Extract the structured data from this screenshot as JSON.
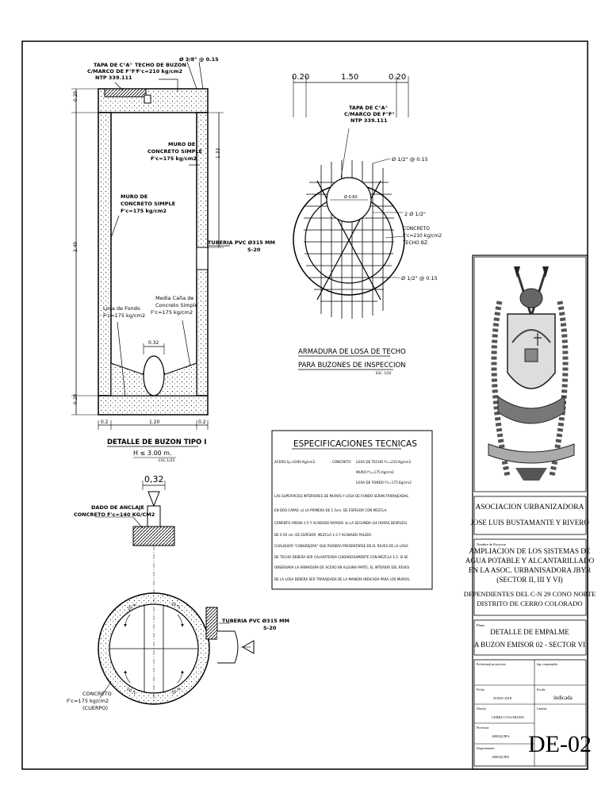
{
  "sheet": {
    "title_block": {
      "organization": [
        "ASOCIACION URBANIZADORA",
        "JOSE LUIS BUSTAMANTE Y RIVERO"
      ],
      "project_label": "Nombre de Proyecto",
      "project_lines": [
        "AMPLIACION DE LOS SISTEMAS DE",
        "AGUA POTABLE Y ALCANTARILLADO",
        "EN LA ASOC. URBANISADORA JBYR",
        "(SECTOR II, III Y VI)",
        "DEPENDIENTES DEL C-N 29 CONO NORTE",
        "DISTRITO DE CERRO COLORADO"
      ],
      "plano_label": "Plano",
      "plano_lines": [
        "DETALLE DE EMPALME",
        "A BUZON EMISOR 02 - SECTOR VI"
      ],
      "profesional_label": "Profesional proyectista",
      "ing_label": "Ing. responsable",
      "fecha_label": "Fecha",
      "fecha_value": "JUNIO 2018",
      "escala_label": "Escala",
      "escala_value": "indicada",
      "distrito_label": "Distrito",
      "distrito_value": "CERRO COLORADO",
      "lamina_label": "Lamina",
      "provincia_label": "Provincia",
      "provincia_value": "AREQUIPA",
      "departamento_label": "Departamento",
      "departamento_value": "AREQUIPA",
      "sheet_number": "DE-02"
    },
    "section": {
      "tapa": [
        "TAPA DE C°A°",
        "C/MARCO DE F°F°",
        "NTP 339.111"
      ],
      "techo": [
        "TECHO DE BUZON",
        "F'c=210 kg/cm2"
      ],
      "rebar": "Ø 3/8\" @ 0.15",
      "muro_right": [
        "MURO DE",
        "CONCRETO SIMPLE",
        "F'c=175 kg/cm2"
      ],
      "muro_left": [
        "MURO DE",
        "CONCRETO SIMPLE",
        "F'c=175 kg/cm2"
      ],
      "tuberia": [
        "TUBERIA PVC Ø315 MM",
        "S-20"
      ],
      "media_cana": [
        "Media Caña de",
        "Concreto Simple",
        "F'c=175 kg/cm2"
      ],
      "losa_fondo": [
        "Losa de Fondo",
        "F'c=175 kg/cm2"
      ],
      "dim_pipe": "0.32",
      "dim_top": "0.20",
      "dim_height": "2.40",
      "dim_mid": "1.33",
      "dim_base": "0.20",
      "dim_bottom": [
        "0.2",
        "1.20",
        "0.2"
      ],
      "title": "DETALLE DE BUZON TIPO I",
      "subtitle": "H ≤ 3.00 m.",
      "scale": "ESC.1/25"
    },
    "slab": {
      "dims": [
        "0.20",
        "1.50",
        "0.20"
      ],
      "tapa": [
        "TAPA DE C°A°",
        "C/MARCO DE F°F°",
        "NTP 339.111"
      ],
      "rebar_top": "Ø 1/2\" @ 0.15",
      "opening": "Ø 0.60",
      "rebar_mid": "2 Ø 1/2\"",
      "concreto": [
        "CONCRETO",
        "F'c=210 kg/cm2",
        "TECHO BZ."
      ],
      "rebar_bottom": "Ø 1/2\" @ 0.15",
      "title": [
        "ARMADURA DE LOSA DE TECHO",
        "PARA BUZONES DE INSPECCION"
      ],
      "scale": "ESC. 1/20"
    },
    "specs": {
      "title": "ESPECIFICACIONES TECNICAS",
      "acero": "ACERO fy=4200 Kg/cm2",
      "concreto": "- CONCRETO",
      "items": [
        "LOSA DE TECHO f'c=210 Kg/cm2",
        "MURO f'c=175 Kg/cm2",
        "LOSA DE FONDO f'c=175 Kg/cm2"
      ],
      "lines": [
        "LAS SUPERFICIES INTERIORES DE MUROS Y LOSA DE FONDO SERAN TARRAJEADAS",
        "EN DOS CAPAS: a) LA PRIMERA DE 1.5cm. DE ESPESOR CON MEZCLA",
        "CEMENTO ARENA 1:5 Y ACABADO RAYADO. b) LA SEGUNDA (24 HORAS DESPUES)",
        "DE 0.50 cm. DE ESPESOR, MEZCLA 1:3 Y ACABADO PULIDO.",
        "CUALQUIER \"CANGREJERA\" QUE PUDIERA PRESENTARSE EN EL REVES DE LA LOSA",
        "DE TECHO DEBERA SER CALAFATEADA CUIDADOSAMENTE CON MEZCLA 1:2. SI SE",
        "OBSERVARA LA ARMADURA DE ACERO EN ALGUNA PARTE, EL INTERIOR DEL REVES",
        "DE LA LOSA DEBERA SER TARRAJEADA DE LA MANERA INDICADA PARA LOS MUROS."
      ]
    },
    "plan": {
      "dim": "0,32",
      "dado": [
        "DADO DE ANCLAJE",
        "CONCRETO F'c=140 KG/CM2"
      ],
      "tuberia": [
        "TUBERIA PVC Ø315 MM",
        "S-20"
      ],
      "concreto": [
        "CONCRETO",
        "F'c=175 kg/cm2",
        "(CUERPO)"
      ],
      "quadrant_labels": [
        "20 %",
        "20 %",
        "20 %",
        "20 %"
      ]
    }
  }
}
